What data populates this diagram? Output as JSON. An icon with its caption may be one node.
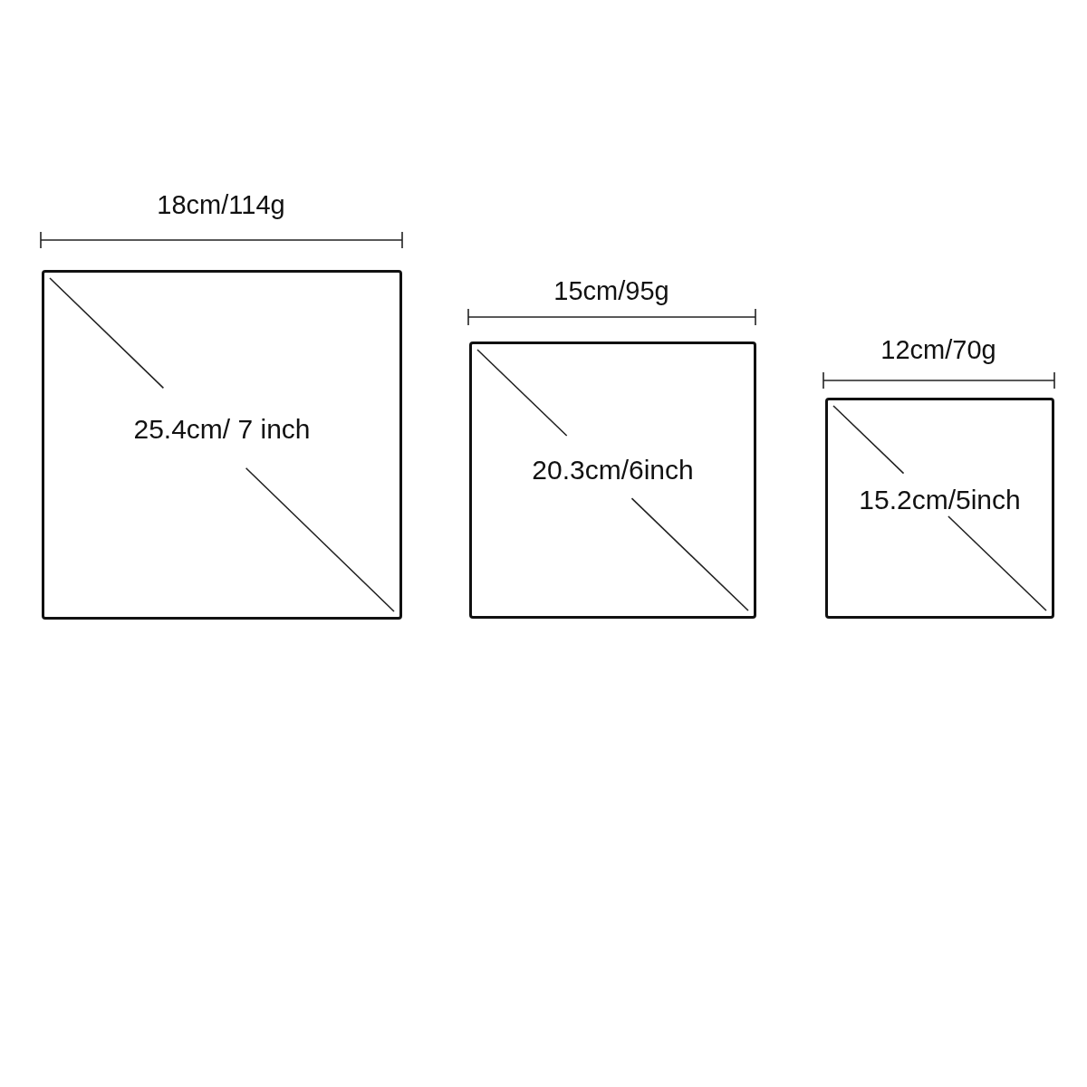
{
  "diagram": {
    "nodes": [
      {
        "text": [
          "25.4cm/ 7 inch"
        ]
      },
      {
        "text": [
          "20.3cm/6inch"
        ]
      },
      {
        "text": [
          "15.2cm/5inch"
        ]
      }
    ],
    "labels": [
      "18cm/114g",
      "15cm/95g",
      "12cm/70g"
    ]
  }
}
